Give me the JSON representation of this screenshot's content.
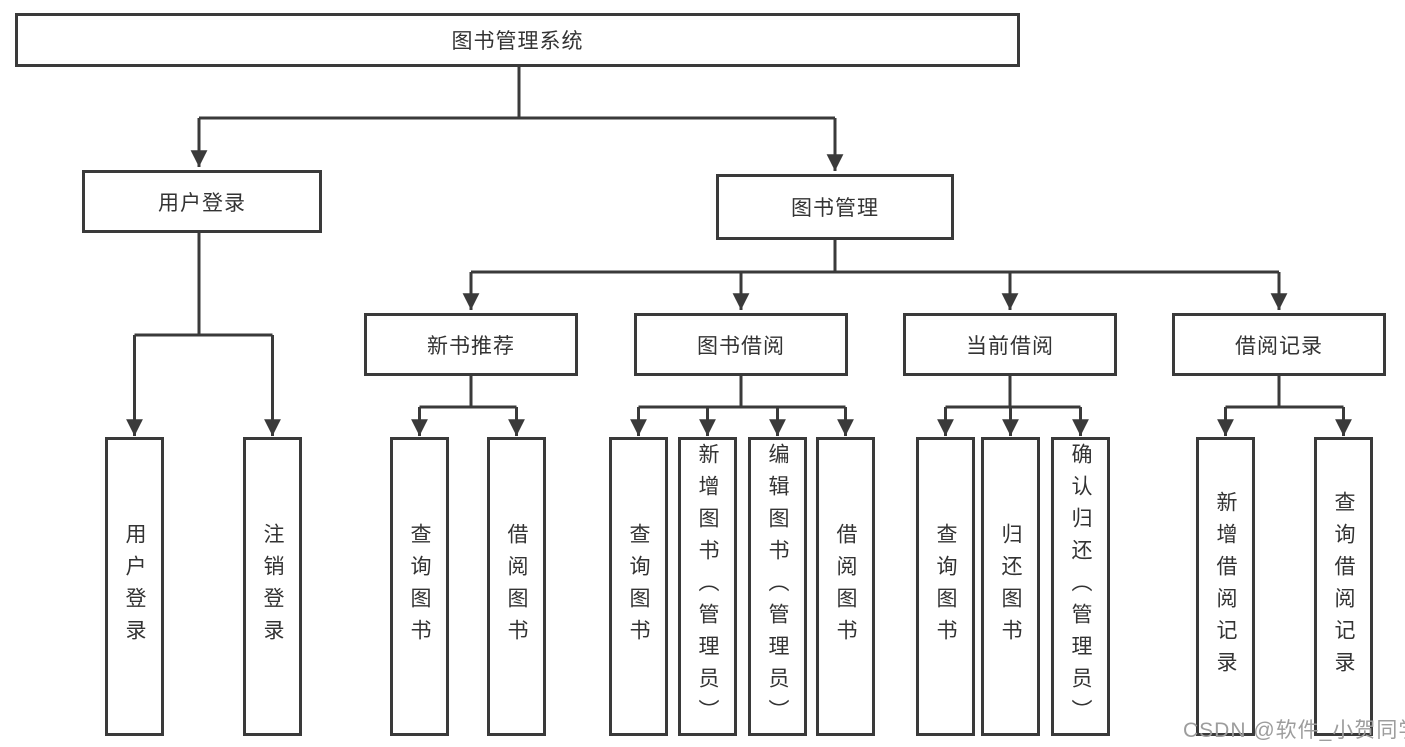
{
  "diagram": {
    "title_node": "图书管理系统",
    "level2": {
      "user_login": "用户登录",
      "book_mgmt": "图书管理"
    },
    "level3": {
      "new_book": "新书推荐",
      "book_borrow": "图书借阅",
      "current_borrow": "当前借阅",
      "borrow_record": "借阅记录"
    },
    "leaves": {
      "user_login": [
        "用户登录",
        "注销登录"
      ],
      "new_book": [
        "查询图书",
        "借阅图书"
      ],
      "book_borrow": [
        "查询图书",
        "新增图书（管理员）",
        "编辑图书（管理员）",
        "借阅图书"
      ],
      "current_borrow": [
        "查询图书",
        "归还图书",
        "确认归还（管理员）"
      ],
      "borrow_record": [
        "新增借阅记录",
        "查询借阅记录"
      ]
    },
    "watermark": "CSDN @软件_小贺同学",
    "colors": {
      "line": "#3a3a3a",
      "box_border": "#3a3a3a",
      "text": "#333333",
      "watermark": "#9d9d9d",
      "background": "#ffffff"
    }
  }
}
